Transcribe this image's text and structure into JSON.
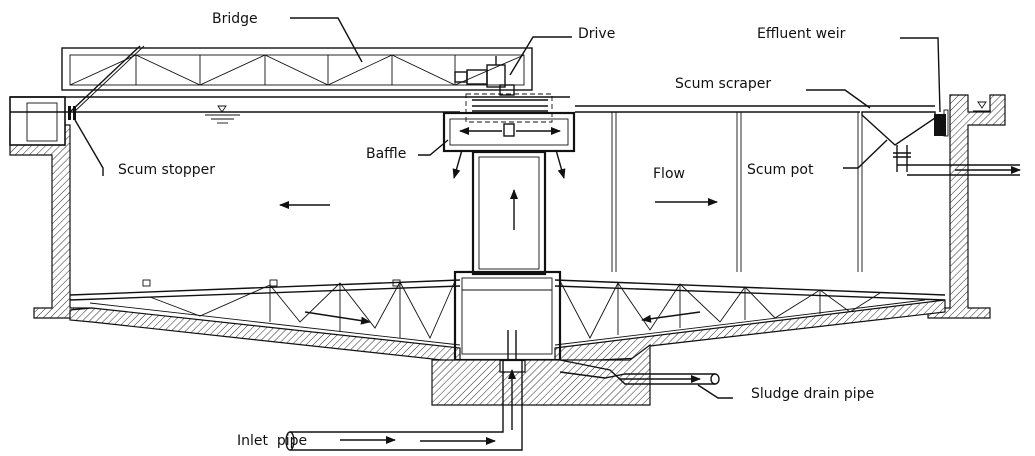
{
  "labels": {
    "bridge": "Bridge",
    "drive": "Drive",
    "effluent_weir": "Effluent weir",
    "scum_scraper": "Scum scraper",
    "baffle": "Baffle",
    "scum_stopper": "Scum stopper",
    "flow": "Flow",
    "scum_pot": "Scum pot",
    "sludge_drain_pipe": "Sludge drain pipe",
    "inlet_pipe": "Inlet  pipe"
  },
  "colors": {
    "line": "#111111",
    "background": "#ffffff"
  }
}
